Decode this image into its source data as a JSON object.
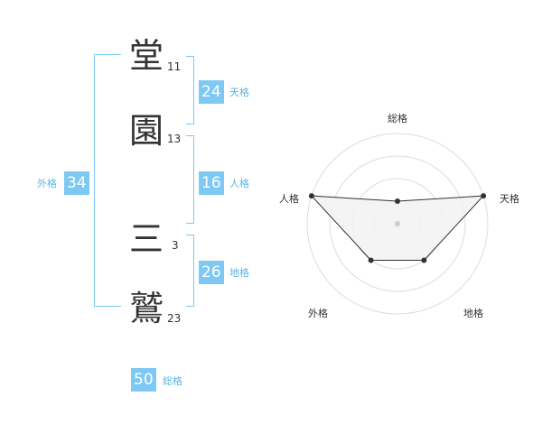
{
  "name": {
    "chars": [
      {
        "char": "堂",
        "strokes": "11"
      },
      {
        "char": "園",
        "strokes": "13"
      },
      {
        "char": "三",
        "strokes": "3"
      },
      {
        "char": "鷲",
        "strokes": "23"
      }
    ]
  },
  "fortune": {
    "tenkaku": {
      "value": "24",
      "label": "天格"
    },
    "jinkaku": {
      "value": "16",
      "label": "人格"
    },
    "chikaku": {
      "value": "26",
      "label": "地格"
    },
    "gaikaku": {
      "value": "34",
      "label": "外格"
    },
    "soukaku": {
      "value": "50",
      "label": "総格"
    }
  },
  "chart_data": {
    "type": "radar",
    "axes": [
      "総格",
      "天格",
      "地格",
      "外格",
      "人格"
    ],
    "values": [
      1,
      4,
      2,
      2,
      4
    ],
    "max": 4,
    "rings": 4,
    "colors": {
      "fill": "#f2f2f2",
      "line": "#333333",
      "ring": "#dddddd",
      "center": "#cccccc"
    }
  }
}
